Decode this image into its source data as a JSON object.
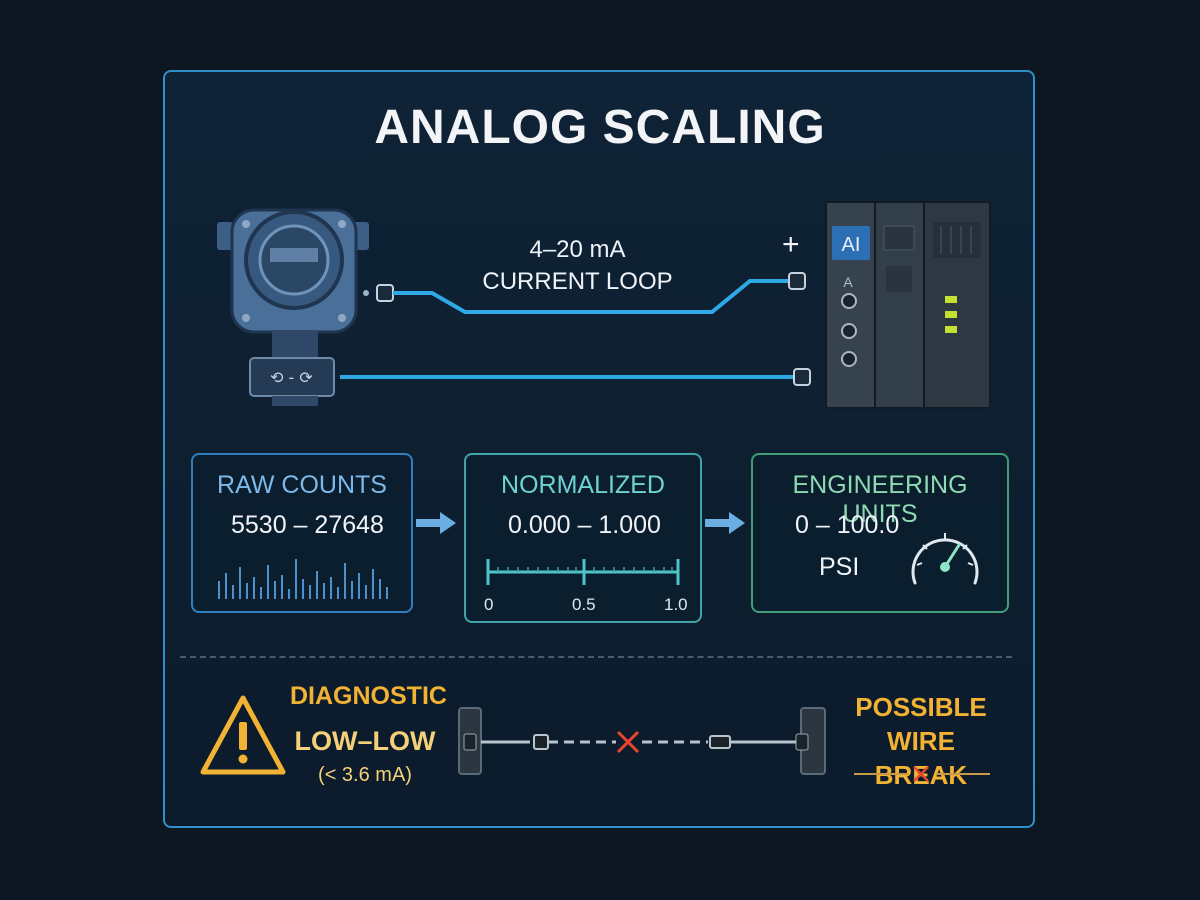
{
  "title": "ANALOG SCALING",
  "loop": {
    "line1": "4–20 mA",
    "line2": "CURRENT LOOP",
    "plus": "+"
  },
  "plc": {
    "module_label": "AI",
    "terminal_label": "A"
  },
  "stages": {
    "raw": {
      "title": "RAW COUNTS",
      "range": "5530 – 27648"
    },
    "normalized": {
      "title": "NORMALIZED",
      "range": "0.000 – 1.000",
      "scale": [
        "0",
        "0.5",
        "1.0"
      ]
    },
    "engineering": {
      "title": "ENGINEERING UNITS",
      "range": "0 – 100.0",
      "unit": "PSI"
    }
  },
  "diagnostic": {
    "line1": "DIAGNOSTIC",
    "line2": "LOW–LOW",
    "line3": "(< 3.6 mA)"
  },
  "wire_break": {
    "line1": "POSSIBLE",
    "line2": "WIRE BREAK"
  },
  "colors": {
    "wire": "#2fa9e6",
    "warning": "#f2b233",
    "break": "#e8452c",
    "panel_border": "#2f8fc8"
  }
}
